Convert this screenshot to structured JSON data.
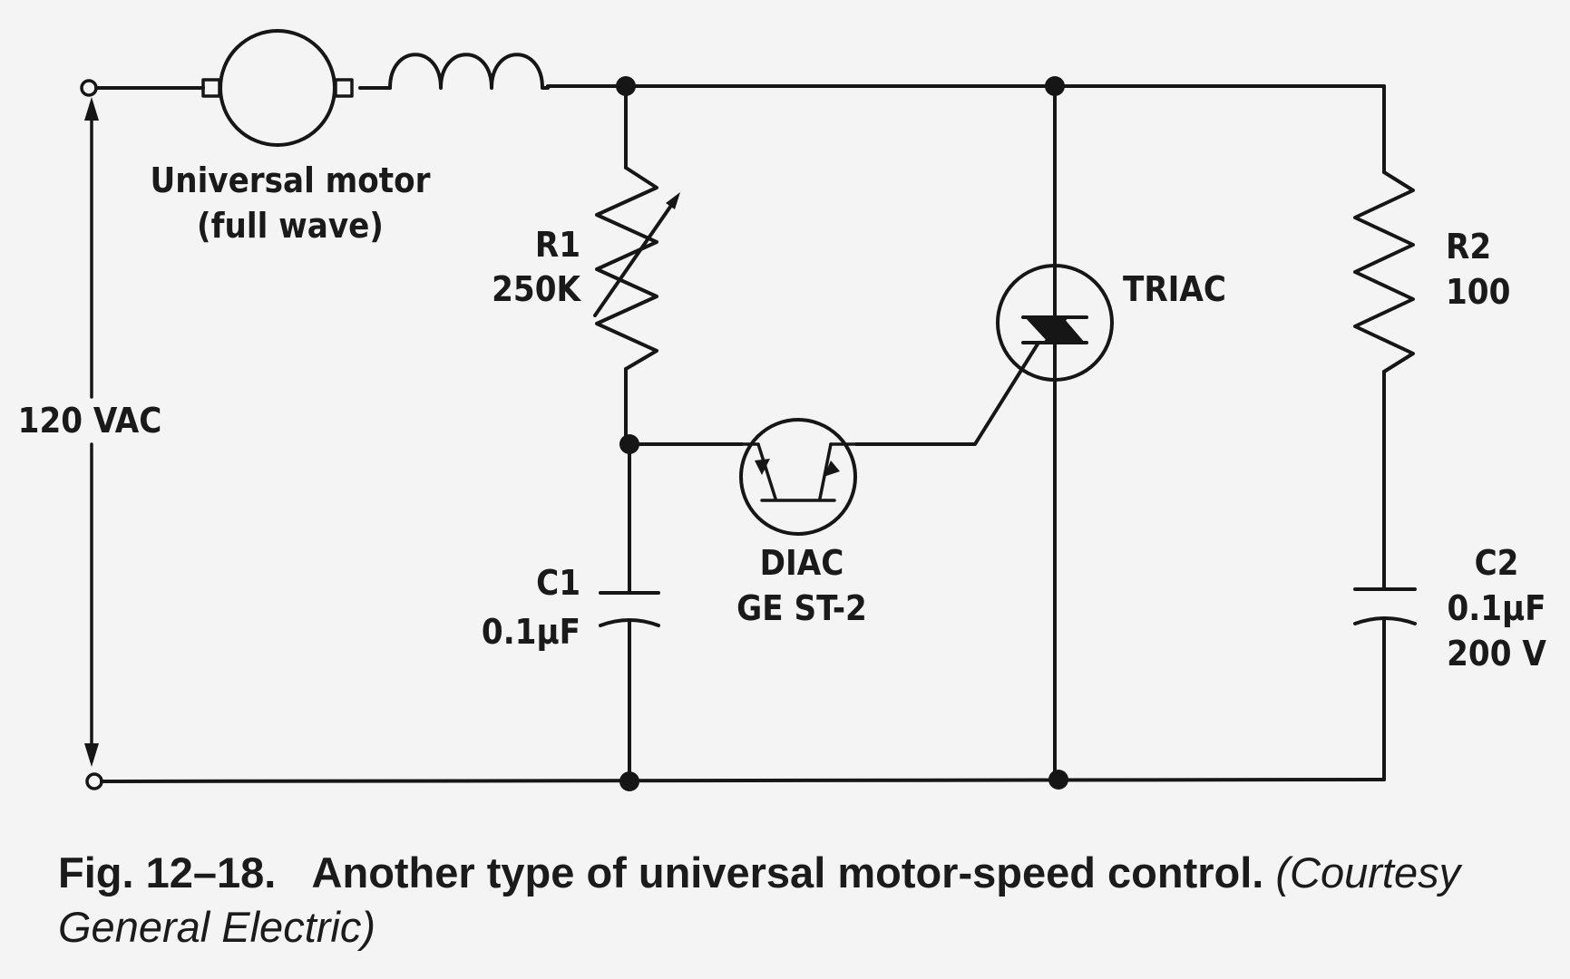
{
  "labels": {
    "motor": "Universal motor",
    "motor_sub": "(full wave)",
    "supply": "120 VAC",
    "r1_name": "R1",
    "r1_value": "250K",
    "triac": "TRIAC",
    "r2_name": "R2",
    "r2_value": "100",
    "diac_name": "DIAC",
    "diac_part": "GE ST-2",
    "c1_name": "C1",
    "c1_value": "0.1μF",
    "c2_name": "C2",
    "c2_value": "0.1μF",
    "c2_voltage": "200 V"
  },
  "caption": {
    "number": "Fig. 12–18.",
    "text": "Another type of universal motor-speed control.",
    "credit": "(Courtesy General Electric)"
  }
}
